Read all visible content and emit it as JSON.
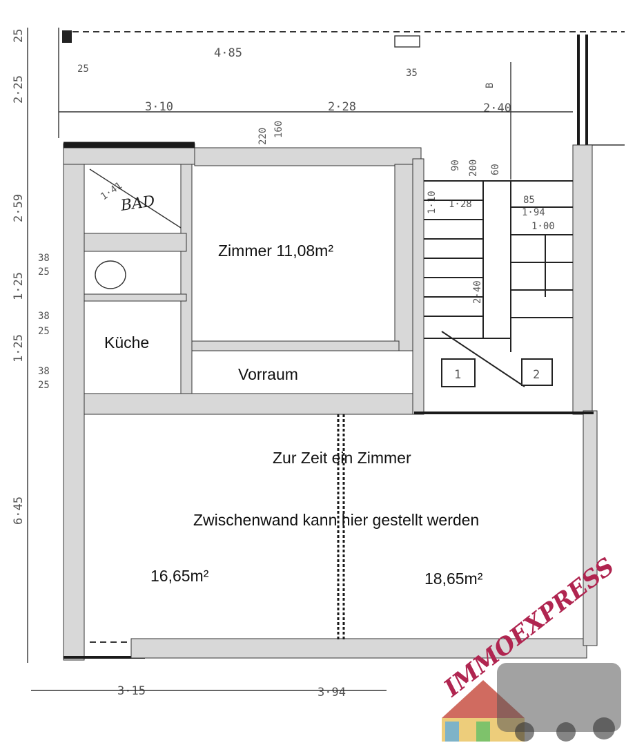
{
  "rooms": {
    "zimmer": "Zimmer 11,08m²",
    "kueche": "Küche",
    "vorraum": "Vorraum",
    "bad": "BAD",
    "note_line1": "Zur Zeit ein Zimmer",
    "note_line2": "Zwischenwand kann hier gestellt werden",
    "area_left": "16,65m²",
    "area_right": "18,65m²"
  },
  "dimensions": {
    "top_total": "4·85",
    "top_seg1": "3·10",
    "top_seg2": "2·28",
    "top_seg3": "2·40",
    "left_25_top": "25",
    "left_225": "2·25",
    "left_259": "2·59",
    "left_125": "1·25",
    "left_125b": "1·25",
    "left_645": "6·45",
    "bottom_1": "3·15",
    "bottom_2": "3·94",
    "small_25": "25",
    "small_35": "35",
    "small_220": "220",
    "small_160": "160",
    "small_38a": "38",
    "small_25a": "25",
    "small_38b": "38",
    "small_25b": "25",
    "small_38c": "38",
    "small_25c": "25",
    "stair_90": "90",
    "stair_200": "200",
    "stair_60": "60",
    "stair_128": "1·28",
    "stair_110": "1·10",
    "stair_85": "85",
    "stair_194": "1·94",
    "stair_100": "1·00",
    "stair_240": "2·40",
    "stair_1": "1",
    "stair_2": "2",
    "letter_b": "B",
    "small_141": "1·41"
  },
  "logo": {
    "text": "IMMOEXPRESS"
  },
  "colors": {
    "ink": "#1a1a1a",
    "logo": "#b02550"
  }
}
